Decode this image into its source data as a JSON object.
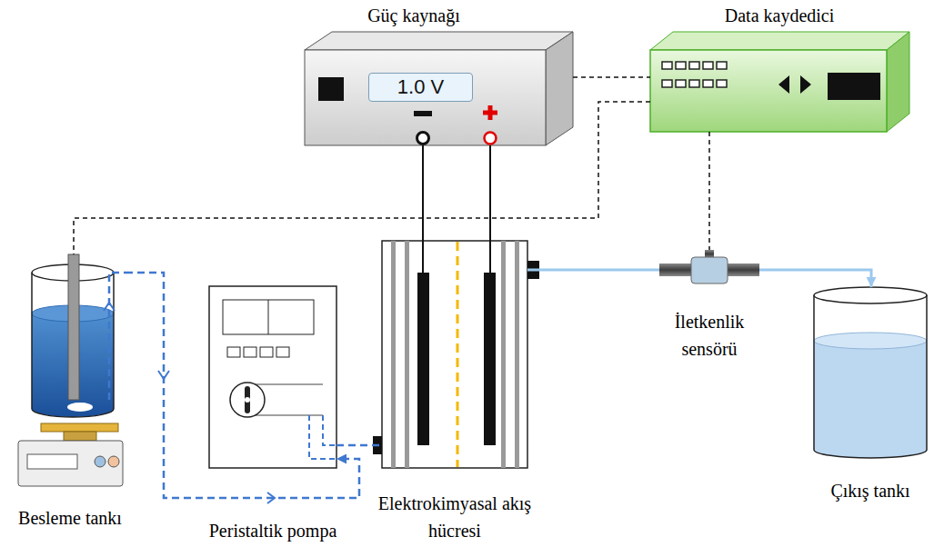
{
  "diagram": {
    "nodes": [
      {
        "text": [
          "Güç kaynağı"
        ]
      },
      {
        "text": [
          "1.0 V"
        ],
        "in": 0
      },
      {
        "text": [
          "Data kaydedici"
        ]
      },
      {
        "text": [
          "Besleme tankı"
        ]
      },
      {
        "text": [
          "Peristaltik pompa"
        ]
      },
      {
        "text": [
          "Elektrokimyasal akış hücresi"
        ]
      },
      {
        "text": [
          "İletkenlik sensörü"
        ]
      },
      {
        "text": [
          "Çıkış tankı"
        ]
      }
    ],
    "edges": [
      {
        "from": 0,
        "to": 2,
        "arrow": "none"
      },
      {
        "from": 0,
        "to": 5,
        "arrow": "none"
      },
      {
        "from": 0,
        "to": 5,
        "arrow": "none"
      },
      {
        "from": 2,
        "to": 3,
        "arrow": "none"
      },
      {
        "from": 2,
        "to": 6,
        "arrow": "none"
      },
      {
        "from": 3,
        "to": 4,
        "arrow": "to"
      },
      {
        "from": 4,
        "to": 5,
        "arrow": "none"
      },
      {
        "from": 5,
        "to": 6,
        "arrow": "none"
      },
      {
        "from": 6,
        "to": 7,
        "arrow": "to"
      }
    ]
  }
}
